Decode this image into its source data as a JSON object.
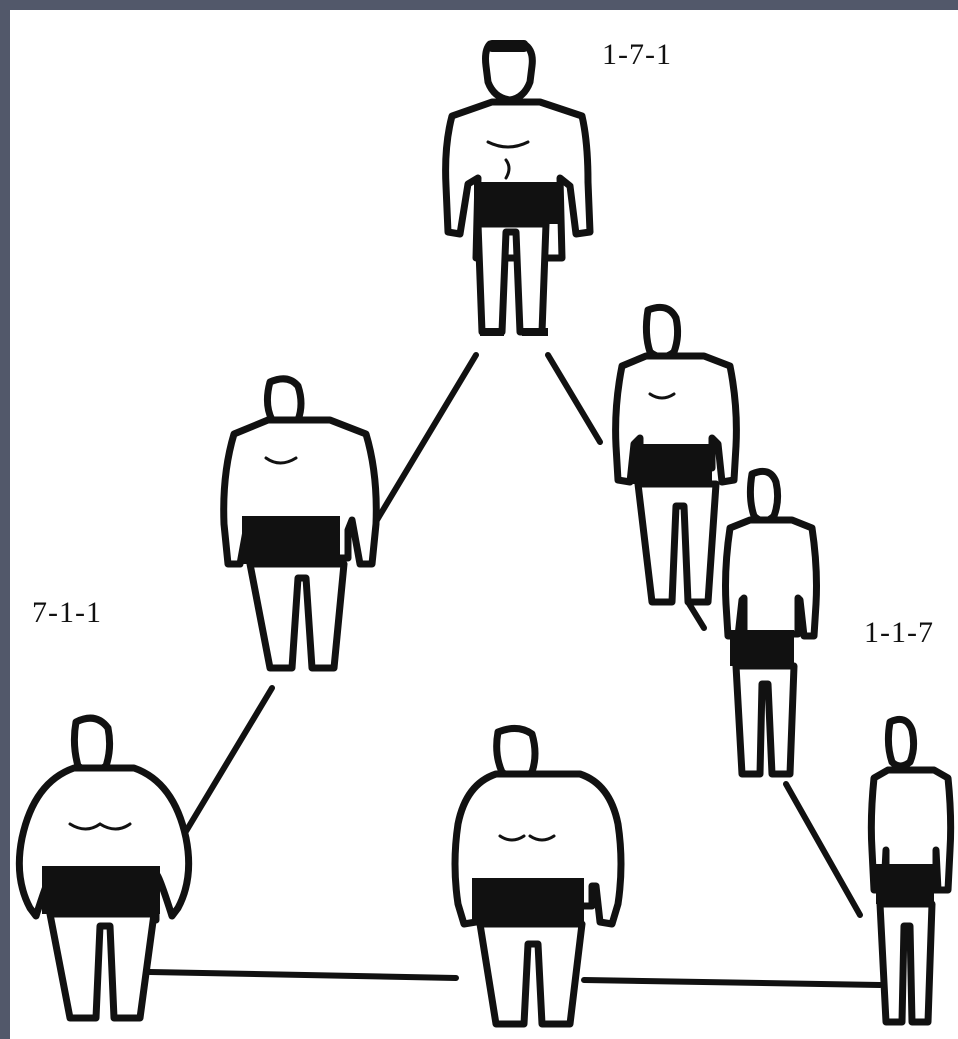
{
  "labels": {
    "top": "1-7-1",
    "left": "7-1-1",
    "right": "1-1-7"
  },
  "figures": [
    {
      "id": "top",
      "build": "muscular"
    },
    {
      "id": "upper-left",
      "build": "stocky"
    },
    {
      "id": "upper-right-1",
      "build": "average"
    },
    {
      "id": "upper-right-2",
      "build": "lean"
    },
    {
      "id": "bottom-left",
      "build": "obese"
    },
    {
      "id": "bottom-middle",
      "build": "heavy"
    },
    {
      "id": "bottom-right",
      "build": "thin"
    }
  ],
  "colors": {
    "ink": "#111111",
    "paper": "#ffffff",
    "border": "#52586a"
  }
}
